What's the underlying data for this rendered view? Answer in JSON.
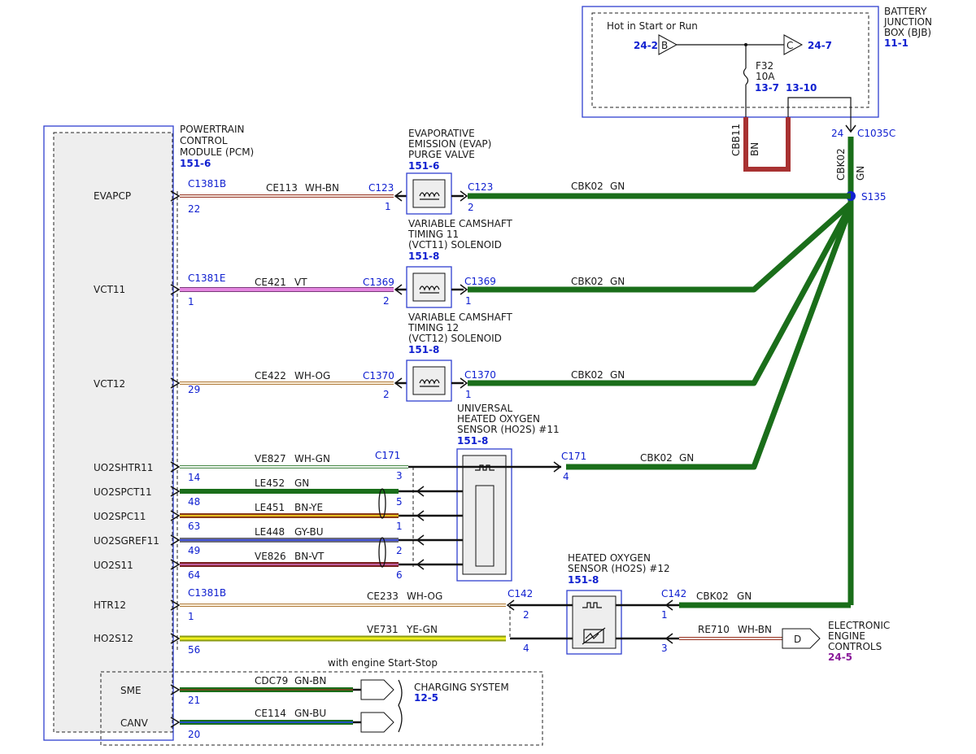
{
  "colors": {
    "blue_text": "#1020d0",
    "box_outline": "#3040d0",
    "green_wire": "#1a6e1a",
    "brown_wire": "#a83232",
    "purple_text": "#8a1a9a"
  },
  "pcm": {
    "title": [
      "POWERTRAIN",
      "CONTROL",
      "MODULE (PCM)"
    ],
    "ref": "151-6",
    "pins": [
      "EVAPCP",
      "VCT11",
      "VCT12",
      "UO2SHTR11",
      "UO2SPCT11",
      "UO2SPC11",
      "UO2SGREF11",
      "UO2S11",
      "HTR12",
      "HO2S12",
      "SME",
      "CANV"
    ]
  },
  "bjb": {
    "title": [
      "BATTERY",
      "JUNCTION",
      "BOX (BJB)"
    ],
    "ref": "11-1",
    "hot_label": "Hot in Start or Run",
    "in_ref": "24-2",
    "in_letter": "B",
    "out_ref": "24-7",
    "out_letter": "C",
    "fuse": "F32",
    "fuse_rating": "10A",
    "pin_left": "13-7",
    "pin_right": "13-10",
    "connector_pin": "24",
    "connector": "C1035C"
  },
  "feed": {
    "cbb11": "CBB11",
    "bn": "BN",
    "cbk02": "CBK02",
    "gn": "GN",
    "splice": "S135"
  },
  "components": {
    "evap": {
      "title": [
        "EVAPORATIVE",
        "EMISSION (EVAP)",
        "PURGE VALVE"
      ],
      "ref": "151-6"
    },
    "vct11": {
      "title": [
        "VARIABLE CAMSHAFT",
        "TIMING 11",
        "(VCT11) SOLENOID"
      ],
      "ref": "151-8"
    },
    "vct12": {
      "title": [
        "VARIABLE CAMSHAFT",
        "TIMING 12",
        "(VCT12) SOLENOID"
      ],
      "ref": "151-8"
    },
    "ho2s11": {
      "title": [
        "UNIVERSAL",
        "HEATED OXYGEN",
        "SENSOR (HO2S) #11"
      ],
      "ref": "151-8"
    },
    "ho2s12": {
      "title": [
        "HEATED OXYGEN",
        "SENSOR (HO2S) #12"
      ],
      "ref": "151-8"
    }
  },
  "wires": {
    "evap": {
      "pcm_conn": "C1381B",
      "pcm_pin": "22",
      "circuit": "CE113",
      "color": "WH-BN",
      "comp_conn": "C123",
      "comp_pin": "1",
      "out_conn": "C123",
      "out_pin": "2",
      "out_circuit": "CBK02",
      "out_color": "GN"
    },
    "vct11": {
      "pcm_conn": "C1381E",
      "pcm_pin": "1",
      "circuit": "CE421",
      "color": "VT",
      "comp_conn": "C1369",
      "comp_pin": "2",
      "out_conn": "C1369",
      "out_pin": "1",
      "out_circuit": "CBK02",
      "out_color": "GN"
    },
    "vct12": {
      "pcm_pin": "29",
      "circuit": "CE422",
      "color": "WH-OG",
      "comp_conn": "C1370",
      "comp_pin": "2",
      "out_conn": "C1370",
      "out_pin": "1",
      "out_circuit": "CBK02",
      "out_color": "GN"
    },
    "uo2shtr": {
      "pcm_pin": "14",
      "circuit": "VE827",
      "color": "WH-GN",
      "comp_conn": "C171",
      "comp_pin": "3",
      "out_conn": "C171",
      "out_pin": "4",
      "out_circuit": "CBK02",
      "out_color": "GN"
    },
    "uo2spct": {
      "pcm_pin": "48",
      "circuit": "LE452",
      "color": "GN",
      "comp_pin": "5"
    },
    "uo2spc": {
      "pcm_pin": "63",
      "circuit": "LE451",
      "color": "BN-YE",
      "comp_pin": "1"
    },
    "uo2sgref": {
      "pcm_pin": "49",
      "circuit": "LE448",
      "color": "GY-BU",
      "comp_pin": "2"
    },
    "uo2s": {
      "pcm_pin": "64",
      "circuit": "VE826",
      "color": "BN-VT",
      "comp_pin": "6"
    },
    "htr12": {
      "pcm_conn": "C1381B",
      "pcm_pin": "1",
      "circuit": "CE233",
      "color": "WH-OG",
      "comp_conn": "C142",
      "comp_pin": "2",
      "out_conn": "C142",
      "out_pin": "1",
      "out_circuit": "CBK02",
      "out_color": "GN"
    },
    "ho2s12": {
      "pcm_pin": "56",
      "circuit": "VE731",
      "color": "YE-GN",
      "comp_pin": "4",
      "out_pin": "3",
      "out_circuit": "RE710",
      "out_color": "WH-BN"
    },
    "sme": {
      "pcm_pin": "21",
      "circuit": "CDC79",
      "color": "GN-BN"
    },
    "canv": {
      "pcm_pin": "20",
      "circuit": "CE114",
      "color": "GN-BU"
    }
  },
  "start_stop_label": "with engine Start-Stop",
  "charging": {
    "title": "CHARGING SYSTEM",
    "ref": "12-5"
  },
  "eec": {
    "letter": "D",
    "title": [
      "ELECTRONIC",
      "ENGINE",
      "CONTROLS"
    ],
    "ref": "24-5"
  }
}
